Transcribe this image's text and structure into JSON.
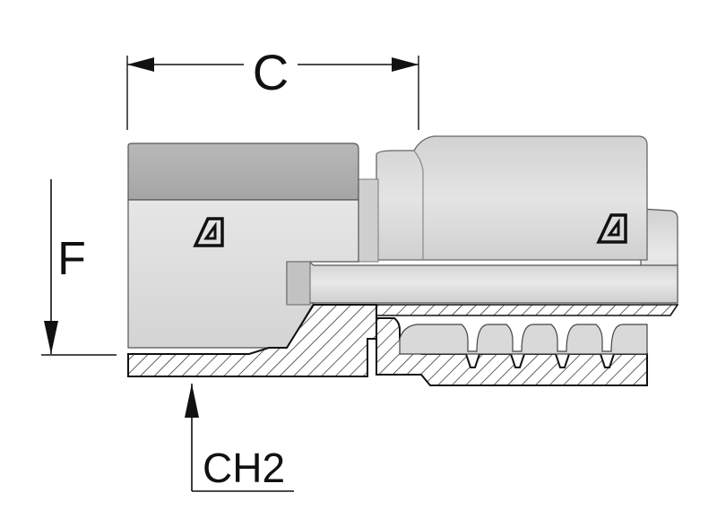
{
  "labels": {
    "dim_c": "C",
    "dim_f": "F",
    "dim_ch2": "CH2"
  },
  "icons": {
    "hex_logo": "manufacturer-logo-icon",
    "ferrule_logo": "manufacturer-logo-icon"
  },
  "colors": {
    "line": "#111111",
    "metal_light": "#dcdcdc",
    "metal_mid": "#c9c9c9",
    "metal_dark": "#a9a9a9",
    "background": "#ffffff"
  }
}
